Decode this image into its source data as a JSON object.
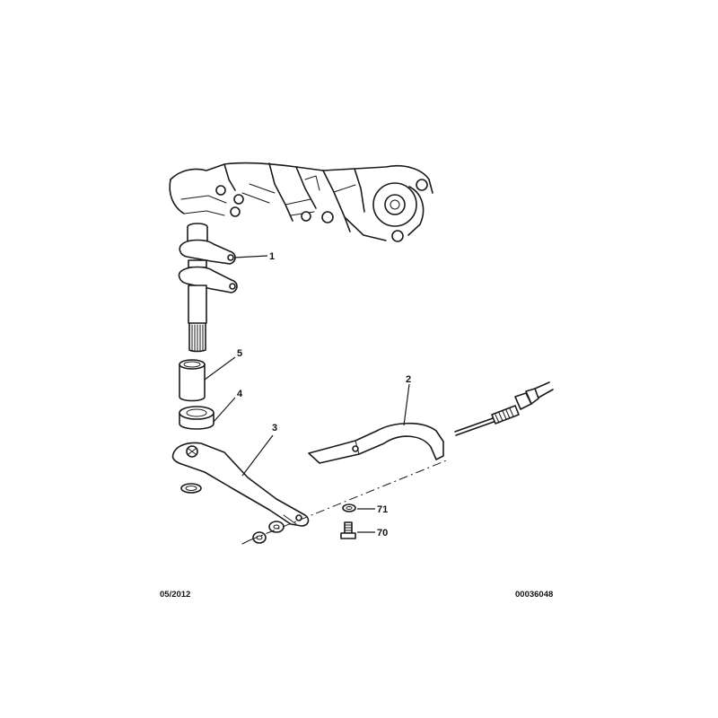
{
  "footer": {
    "date": "05/2012",
    "reference": "00036048"
  },
  "callouts": {
    "fork_shaft": "1",
    "cable_bracket": "2",
    "lever": "3",
    "seal": "4",
    "bush": "5",
    "washer": "71",
    "bolt": "70"
  }
}
